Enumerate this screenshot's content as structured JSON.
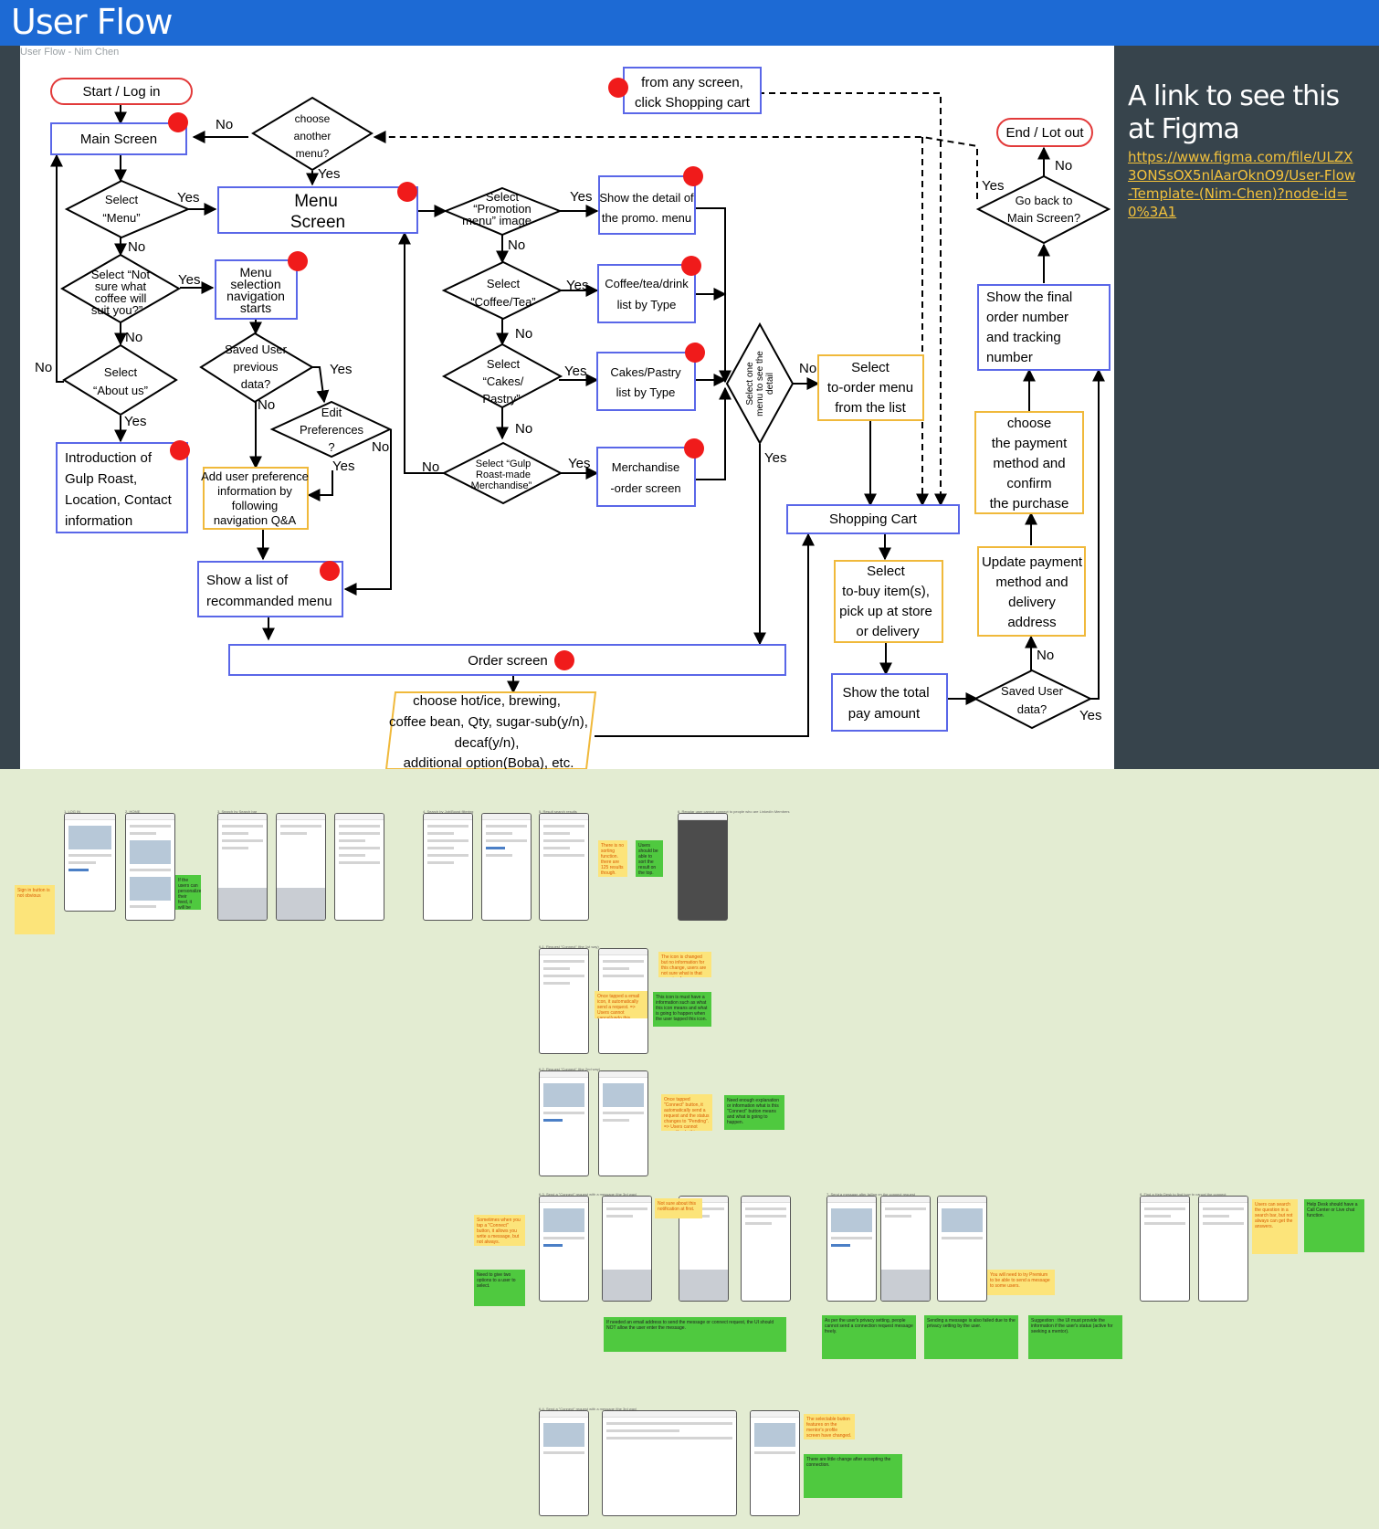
{
  "header": {
    "title": "User Flow"
  },
  "frame": {
    "label": "User Flow - Nim Chen"
  },
  "link": {
    "heading": "A link to see this at Figma",
    "url": "https://www.figma.com/file/ULZX3ONSsOX5nlAarOknO9/User-Flow-Template-(Nim-Chen)?node-id=0%3A1"
  },
  "flow": {
    "start": "Start / Log in",
    "end": "End / Lot out",
    "main_screen": "Main Screen",
    "menu_screen": [
      "Menu",
      "Screen"
    ],
    "from_any": [
      "from any screen,",
      "click Shopping cart"
    ],
    "choose_another": [
      "choose",
      "another",
      "menu?"
    ],
    "select_menu": [
      "Select",
      "“Menu”"
    ],
    "select_not_sure": [
      "Select “Not",
      "sure what",
      "coffee will",
      "suit you?”"
    ],
    "select_about": [
      "Select",
      "“About us”"
    ],
    "intro": [
      "Introduction of",
      "Gulp Roast,",
      "Location, Contact",
      "information"
    ],
    "menu_selection": [
      "Menu",
      "selection",
      "navigation",
      "starts"
    ],
    "saved_user": [
      "Saved User",
      "previous",
      "data?"
    ],
    "edit_pref": [
      "Edit",
      "Preferences",
      "?"
    ],
    "add_pref": [
      "Add user preference",
      "information by",
      "following",
      "navigation Q&A"
    ],
    "show_list": [
      "Show a list of",
      "recommanded menu"
    ],
    "select_promo": [
      "Select",
      "“Promotion",
      "menu” image"
    ],
    "select_coffee": [
      "Select",
      "“Coffee/Tea”"
    ],
    "select_cakes": [
      "Select",
      "“Cakes/",
      "Pastry”"
    ],
    "select_gulp": [
      "Select “Gulp",
      "Roast-made",
      "Merchandise”"
    ],
    "promo_detail": [
      "Show the detail of",
      "the promo. menu"
    ],
    "coffee_list": [
      "Coffee/tea/drink",
      "list by Type"
    ],
    "cakes_list": [
      "Cakes/Pastry",
      "list by Type"
    ],
    "merch": [
      "Merchandise",
      "-order screen"
    ],
    "select_one": [
      "Select one",
      "menu to see the",
      "detail"
    ],
    "select_toorder": [
      "Select",
      "to-order menu",
      "from the list"
    ],
    "shopping_cart": "Shopping Cart",
    "select_tobuy": [
      "Select",
      "to-buy item(s),",
      "pick up at store",
      "or delivery"
    ],
    "show_total": [
      "Show the total",
      "pay amount"
    ],
    "saved_user2": [
      "Saved User",
      "data?"
    ],
    "update_payment": [
      "Update payment",
      "method and",
      "delivery",
      "address"
    ],
    "choose_payment": [
      "choose",
      "the payment",
      "method and",
      "confirm",
      "the purchase"
    ],
    "show_final": [
      "Show the final",
      "order number",
      "and tracking",
      "number"
    ],
    "go_back": [
      "Go back to",
      "Main Screen?"
    ],
    "order_screen": "Order screen",
    "choose_hot": [
      "choose hot/ice, brewing,",
      "coffee bean, Qty, sugar-sub(y/n),",
      "decaf(y/n),",
      "additional option(Boba), etc."
    ],
    "yes": "Yes",
    "no": "No"
  },
  "board": {
    "labels": [
      "1. LOG IN",
      "2. HOME",
      "3. Search by Search bar",
      "4. Search by Job/Boost filtering",
      "5. Result search results",
      "6. Regular user cannot connect to people who are LinkedIn Members",
      "6-1. Request \"Connect\" (the 1st way)",
      "6-2. Request \"Connect\" (the 2nd way)",
      "6-3. Send a \"Connect\" request with a message (the 3rd way)",
      "7. Send a message after failing on the connect request",
      "8. Find a Help Desk to find how to cancel the connect",
      "6-4. Send a \"Connect\" request with a message (the 3rd way)"
    ],
    "notes_yellow": [
      "Sign in button is not obvious",
      "There is no sorting function. there are 125 results though.",
      "The icon is changed but no information for this change, users are not sure what is that meaning for.",
      "Once tapped a email icon, it automatically send a request. => Users cannot cancel/undo this action.",
      "Once tapped \"Connect\" button, it automatically send a request and the status changes to \"Pending\". => Users cannot cancel/undo this action.",
      "Sometimes when you tap a \"Connect\" button, it allows you write a message, but not always.",
      "Not sure about this notification at first.",
      "You will need to try Premium to be able to send a message to some users.",
      "The selectable button features on the mentor's profile screen have changed.",
      "Users can search the question in a search bar, but not always can get the answers."
    ],
    "notes_green": [
      "If the users can personalize their feed, it will be more user friendly.",
      "Users should be able to sort the result on the top.",
      "This icon is must have a information such as what this icon means and what is going to happen when the user tapped this icon.",
      "Need enough explanation or information what is this \"Connect\" button means and what is going to happen.",
      "Need to give two options to a user to select.",
      "If needed an email address to send the message or connect request, the UI should NOT allow the user enter the message.",
      "As per the user's privacy setting, people cannot send a connection request message freely.",
      "Sending a message is also failed due to the privacy setting by the user.",
      "Suggestion : the UI must provide the information if the user's status (active for seeking a mentor).",
      "There are little change after accepting the connection.",
      "Help Desk should have a Call Center or Live chat function."
    ]
  }
}
